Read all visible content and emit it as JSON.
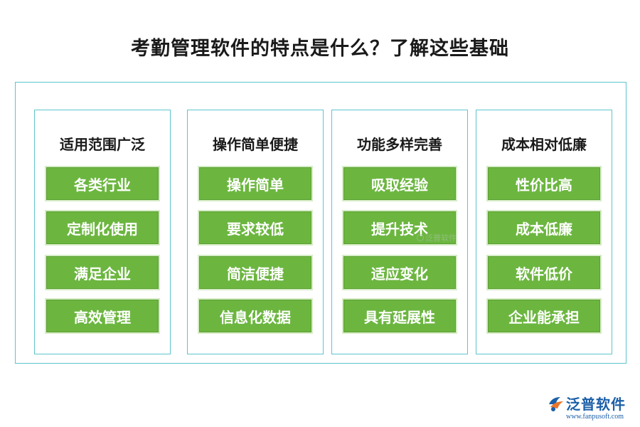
{
  "title": "考勤管理软件的特点是什么？了解这些基础",
  "columns": [
    {
      "heading": "适用范围广泛",
      "items": [
        "各类行业",
        "定制化使用",
        "满足企业",
        "高效管理"
      ]
    },
    {
      "heading": "操作简单便捷",
      "items": [
        "操作简单",
        "要求较低",
        "简洁便捷",
        "信息化数据"
      ]
    },
    {
      "heading": "功能多样完善",
      "items": [
        "吸取经验",
        "提升技术",
        "适应变化",
        "具有延展性"
      ]
    },
    {
      "heading": "成本相对低廉",
      "items": [
        "性价比高",
        "成本低廉",
        "软件低价",
        "企业能承担"
      ]
    }
  ],
  "watermark": "泛普软件",
  "logo": {
    "name": "泛普软件",
    "url": "www.fanpusoft.com"
  },
  "colors": {
    "item_fill": "#6cb640",
    "frame_border": "#5ec4cf",
    "logo_blue": "#1b5fa8"
  }
}
